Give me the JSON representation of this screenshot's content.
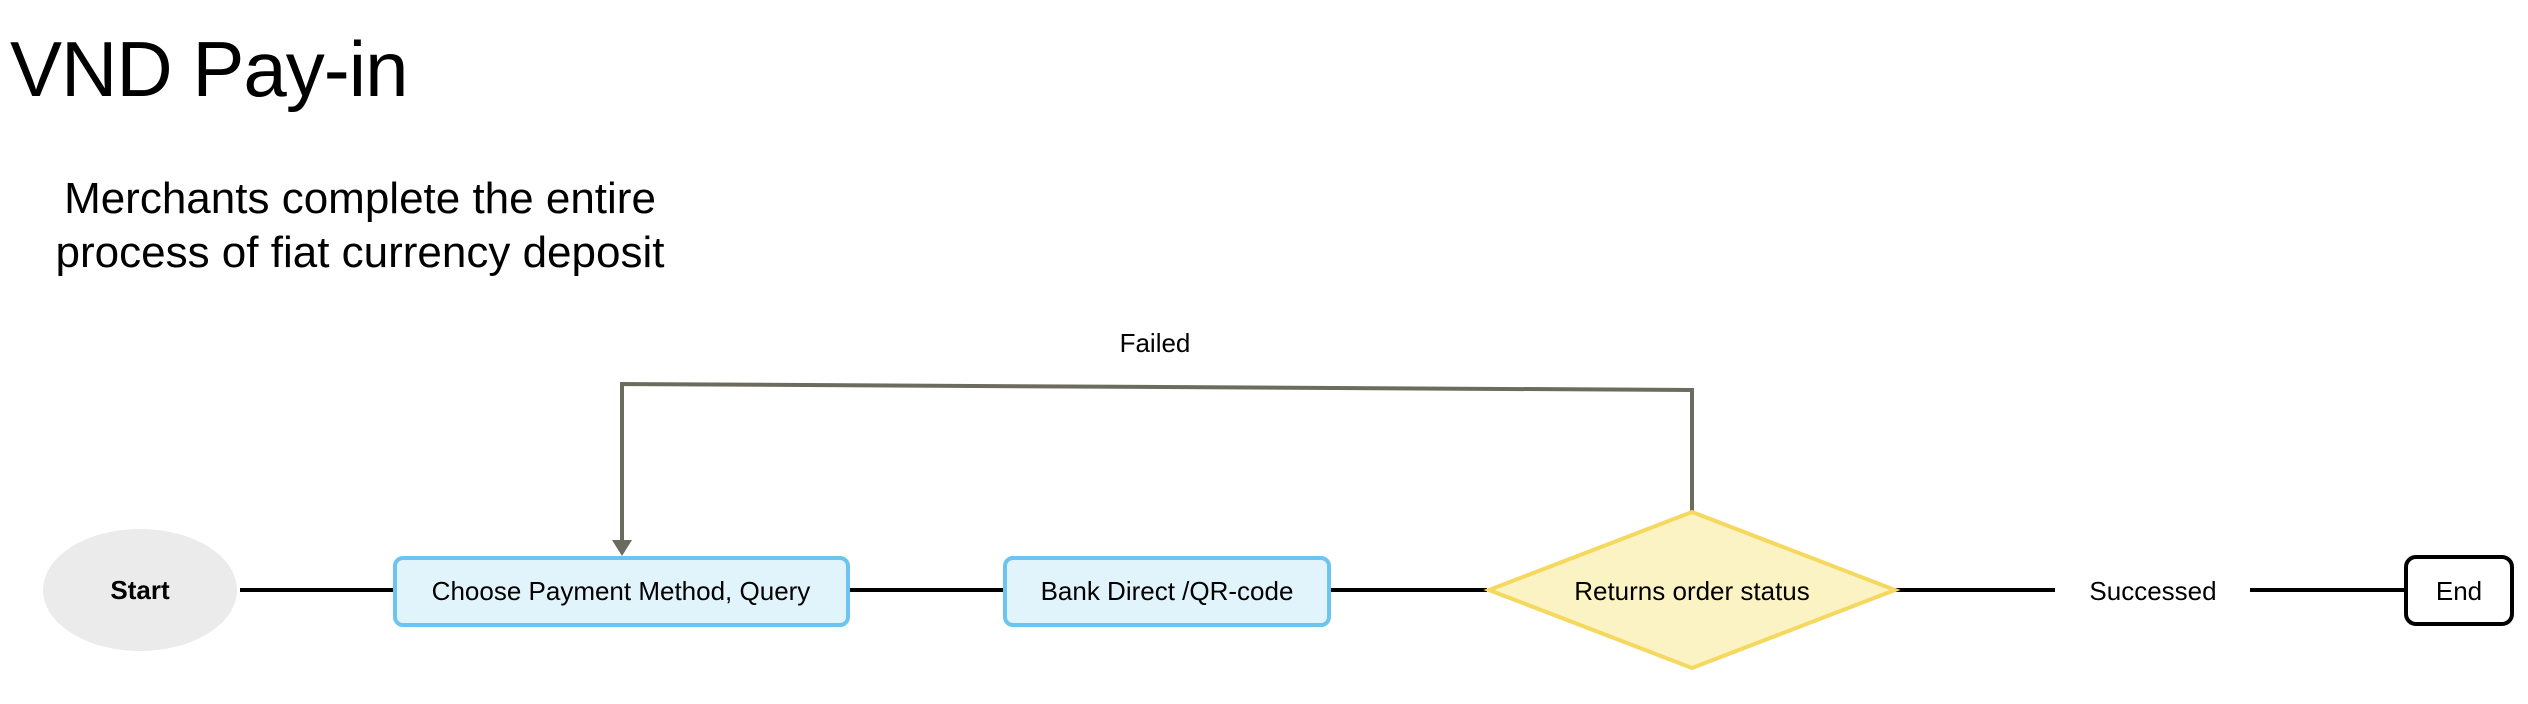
{
  "page": {
    "title": "VND Pay-in",
    "subtitle_lines": [
      "Merchants complete the entire",
      "process of fiat currency deposit"
    ]
  },
  "flow": {
    "start_label": "Start",
    "step1_label": "Choose Payment Method, Query",
    "step2_label": "Bank Direct /QR-code",
    "decision_label": "Returns order status",
    "success_label": "Successed",
    "failed_label": "Failed",
    "end_label": "End"
  },
  "colors": {
    "start_fill": "#ebebeb",
    "process_fill": "#e1f3fb",
    "process_stroke": "#6cc4ef",
    "decision_fill": "#fcf3c4",
    "decision_stroke": "#f5d85e",
    "loop_stroke": "#6b6b5e",
    "line": "#000000",
    "end_stroke": "#000000"
  }
}
